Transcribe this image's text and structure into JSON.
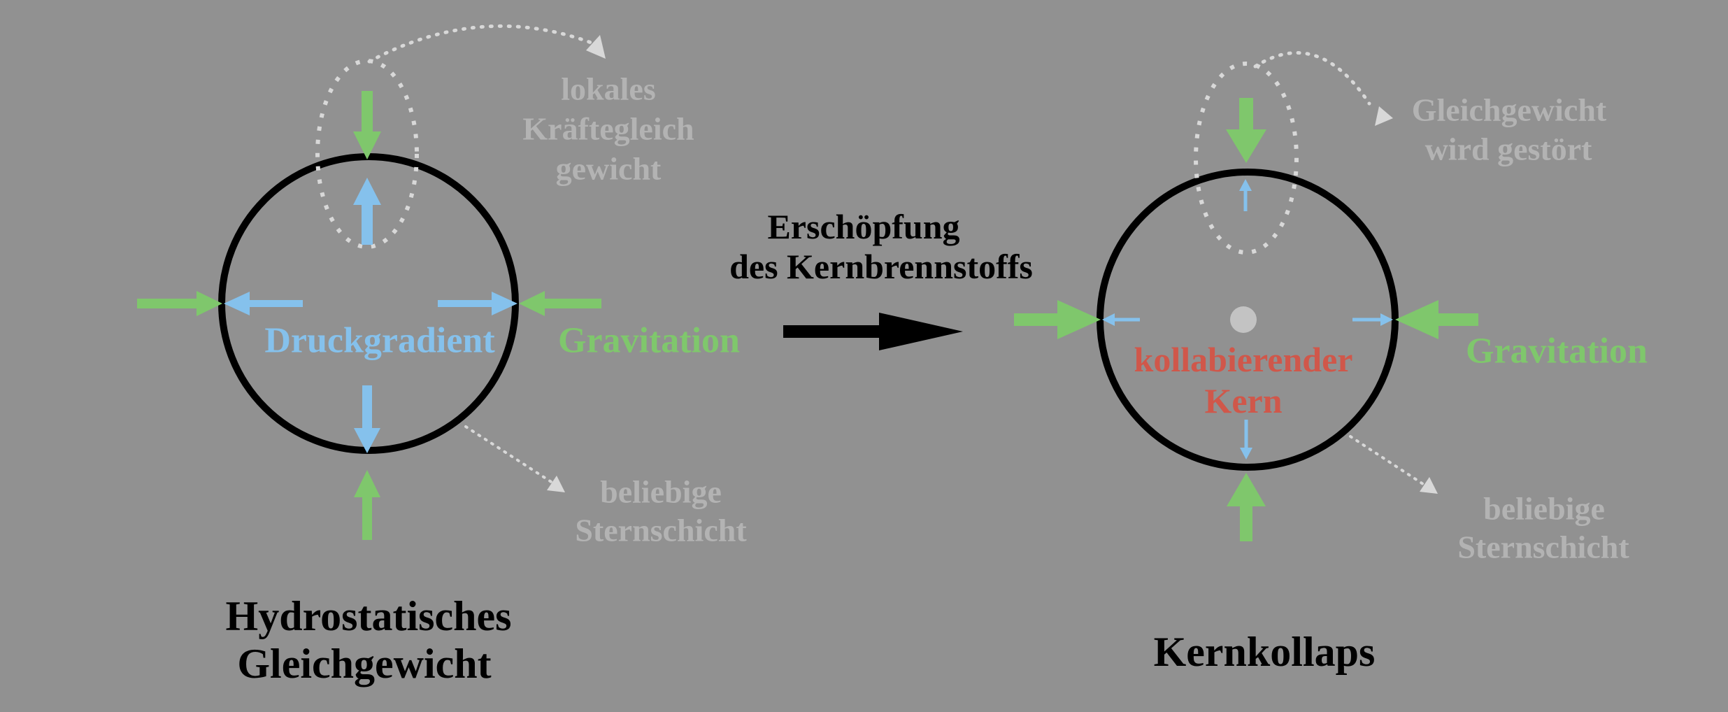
{
  "colors": {
    "background": "#919191",
    "black": "#000000",
    "green": "#7fc76c",
    "blue": "#85c1ec",
    "red": "#d0574a",
    "gray_text": "#b3b3b3",
    "dotted": "#d8d8d8",
    "core_dot": "#c3c3c3"
  },
  "left_diagram": {
    "title_line1": "Hydrostatisches",
    "title_line2": "Gleichgewicht",
    "pressure_label": "Druckgradient",
    "gravity_label": "Gravitation",
    "local_equilibrium_line1": "lokales",
    "local_equilibrium_line2": "Kräftegleich",
    "local_equilibrium_line3": "gewicht",
    "layer_line1": "beliebige",
    "layer_line2": "Sternschicht"
  },
  "transition": {
    "caption_line1": "Erschöpfung",
    "caption_line2": "des Kernbrennstoffs"
  },
  "right_diagram": {
    "title": "Kernkollaps",
    "core_label_line1": "kollabierender",
    "core_label_line2": "Kern",
    "gravity_label": "Gravitation",
    "disturbed_line1": "Gleichgewicht",
    "disturbed_line2": "wird gestört",
    "layer_line1": "beliebige",
    "layer_line2": "Sternschicht"
  }
}
